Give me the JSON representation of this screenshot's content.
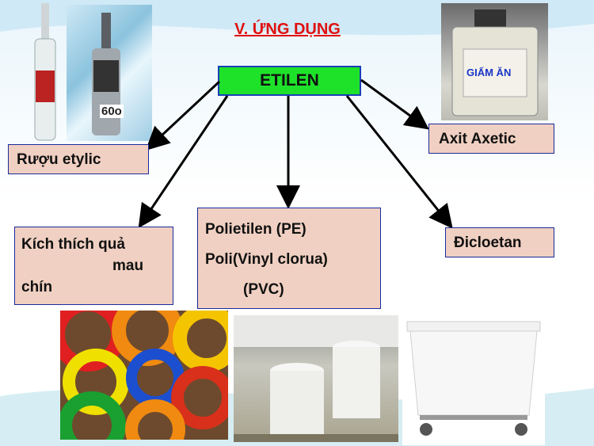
{
  "slide": {
    "title": "V. ỨNG DỤNG",
    "root": "ETILEN",
    "nodes": {
      "ruou": "Rượu etylic",
      "axit": "Axit Axetic",
      "kich_line1": "Kích thích quả",
      "kich_line2": "mau",
      "kich_line3": "chín",
      "poly_line1": "Polietilen (PE)",
      "poly_line2": "Poli(Vinyl clorua)",
      "poly_line3": "(PVC)",
      "dicloetan": "Đicloetan"
    },
    "images": {
      "ice_label": "60o",
      "jug_label": "GIẤM ĂN"
    }
  },
  "colors": {
    "title": "#e01010",
    "root_fill": "#1ee22a",
    "box_fill": "#f0d0c2",
    "box_border": "#1a2a9c"
  }
}
